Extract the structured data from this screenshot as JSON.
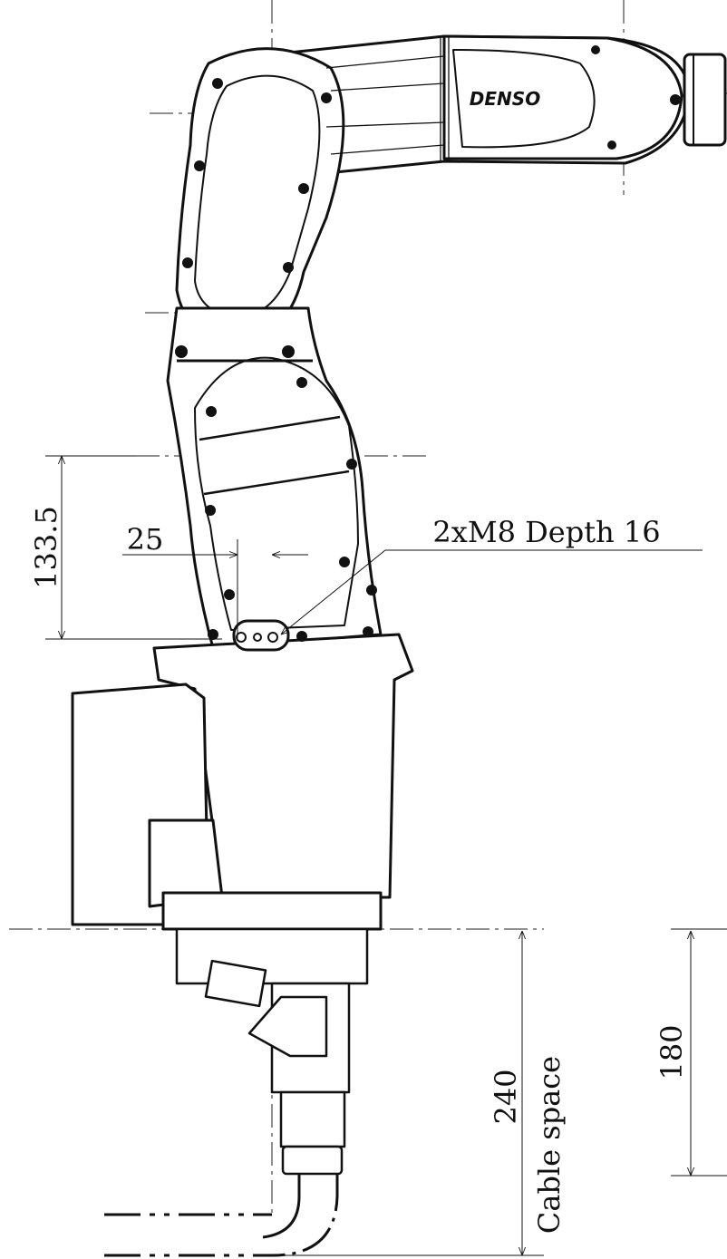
{
  "brand": {
    "logo_text": "DENSO"
  },
  "dimensions": {
    "height_tap": "133.5",
    "offset_tap": "25",
    "tap_callout": "2xM8 Depth 16",
    "cable_space_value": "240",
    "cable_space_label": "Cable space",
    "base_clearance": "180"
  },
  "colors": {
    "line": "#111111",
    "background": "#ffffff"
  }
}
